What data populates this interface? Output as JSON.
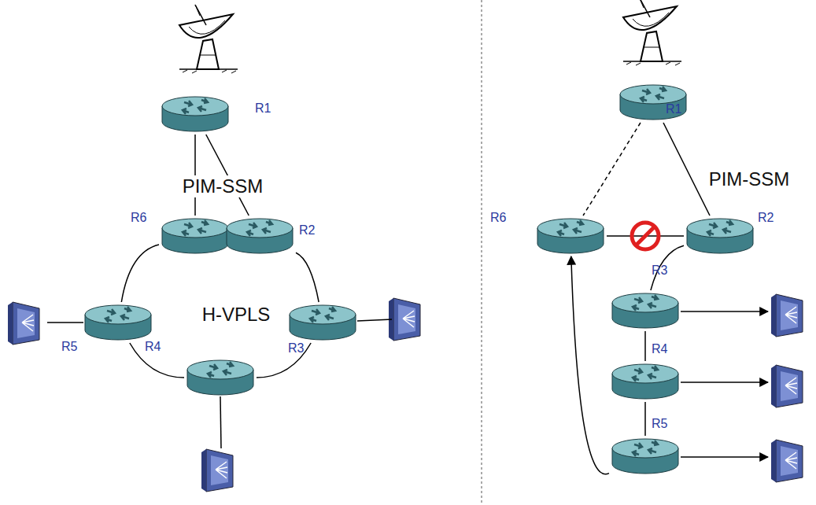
{
  "diagram": {
    "nodes": [
      {
        "text": [
          "R1"
        ]
      },
      {
        "text": [
          "R6"
        ]
      },
      {
        "text": [
          "R2"
        ]
      },
      {
        "text": [
          "R5"
        ]
      },
      {
        "text": [
          "R3"
        ]
      },
      {
        "text": [
          "R4"
        ]
      },
      {
        "text": [
          "R1"
        ]
      },
      {
        "text": [
          "R6"
        ]
      },
      {
        "text": [
          "R2"
        ]
      },
      {
        "text": [
          "R3"
        ]
      },
      {
        "text": [
          "R4"
        ]
      },
      {
        "text": [
          "R5"
        ]
      }
    ],
    "edges": [
      {
        "from": 0,
        "to": 1,
        "arrow": "none"
      },
      {
        "from": 0,
        "to": 2,
        "arrow": "none"
      },
      {
        "from": 1,
        "to": 2,
        "arrow": "none"
      },
      {
        "from": 2,
        "to": 4,
        "arrow": "none"
      },
      {
        "from": 4,
        "to": 5,
        "arrow": "none"
      },
      {
        "from": 5,
        "to": 3,
        "arrow": "none"
      },
      {
        "from": 3,
        "to": 1,
        "arrow": "none"
      },
      {
        "from": 6,
        "to": 7,
        "arrow": "none"
      },
      {
        "from": 6,
        "to": 8,
        "arrow": "none"
      },
      {
        "from": 7,
        "to": 8,
        "arrow": "none"
      },
      {
        "from": 8,
        "to": 9,
        "arrow": "none"
      },
      {
        "from": 9,
        "to": 10,
        "arrow": "none"
      },
      {
        "from": 10,
        "to": 11,
        "arrow": "none"
      },
      {
        "from": 11,
        "to": 7,
        "arrow": "to"
      }
    ],
    "labels": [
      "PIM-SSM",
      "H-VPLS",
      "PIM-SSM"
    ]
  }
}
